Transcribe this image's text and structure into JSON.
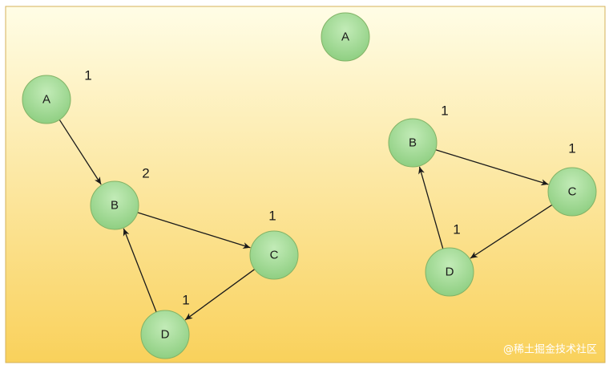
{
  "colors": {
    "background_top": "#FFFDE6",
    "background_bottom": "#F9D15B",
    "border": "#D4B15A",
    "node_fill_light": "#C2EBB7",
    "node_fill_dark": "#8FCF82",
    "node_stroke": "#82B366",
    "edge": "#1a1a1a"
  },
  "graphs": [
    {
      "id": "left",
      "nodes": [
        {
          "id": "A",
          "label": "A",
          "count": "1"
        },
        {
          "id": "B",
          "label": "B",
          "count": "2"
        },
        {
          "id": "C",
          "label": "C",
          "count": "1"
        },
        {
          "id": "D",
          "label": "D",
          "count": "1"
        }
      ],
      "edges": [
        {
          "from": "A",
          "to": "B"
        },
        {
          "from": "B",
          "to": "C"
        },
        {
          "from": "C",
          "to": "D"
        },
        {
          "from": "D",
          "to": "B"
        }
      ]
    },
    {
      "id": "top",
      "nodes": [
        {
          "id": "A",
          "label": "A",
          "count": ""
        }
      ],
      "edges": []
    },
    {
      "id": "right",
      "nodes": [
        {
          "id": "B",
          "label": "B",
          "count": "1"
        },
        {
          "id": "C",
          "label": "C",
          "count": "1"
        },
        {
          "id": "D",
          "label": "D",
          "count": "1"
        }
      ],
      "edges": [
        {
          "from": "B",
          "to": "C"
        },
        {
          "from": "C",
          "to": "D"
        },
        {
          "from": "D",
          "to": "B"
        }
      ]
    }
  ],
  "watermark": "@稀土掘金技术社区"
}
